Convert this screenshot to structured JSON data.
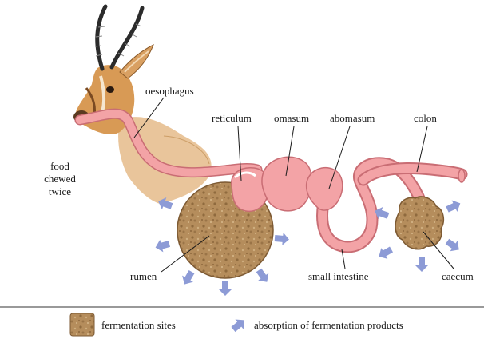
{
  "labels": {
    "oesophagus": "oesophagus",
    "reticulum": "reticulum",
    "omasum": "omasum",
    "abomasum": "abomasum",
    "colon": "colon",
    "food_line1": "food",
    "food_line2": "chewed",
    "food_line3": "twice",
    "rumen": "rumen",
    "small_intestine": "small intestine",
    "caecum": "caecum"
  },
  "legend": {
    "fermentation": "fermentation sites",
    "absorption": "absorption of fermentation products"
  },
  "colors": {
    "gut": "#f3a3a6",
    "gut_outline": "#c96d74",
    "fermentation": "#b89060",
    "arrow": "#8d9bd6",
    "animal": "#d9a062"
  }
}
